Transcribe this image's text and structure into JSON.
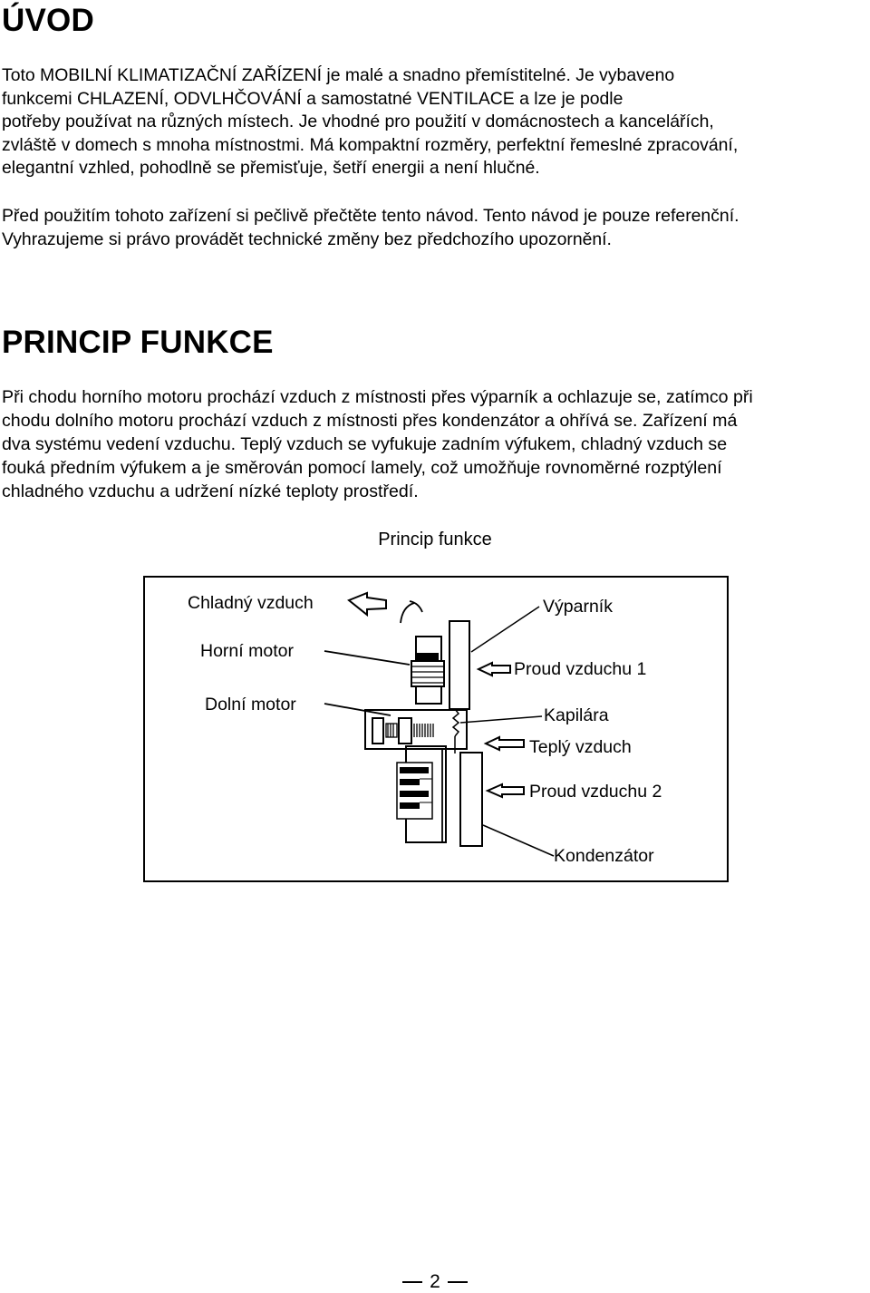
{
  "intro": {
    "heading": "ÚVOD",
    "paragraph1": "Toto MOBILNÍ KLIMATIZAČNÍ ZAŘÍZENÍ je malé a snadno přemístitelné. Je vybaveno\nfunkcemi CHLAZENÍ, ODVLHČOVÁNÍ a samostatné VENTILACE a lze je podle\npotřeby používat na různých místech. Je vhodné pro použití v domácnostech a kancelářích,\nzvláště v domech s mnoha místnostmi. Má kompaktní rozměry, perfektní řemeslné zpracování,\nelegantní vzhled, pohodlně se přemisťuje, šetří energii a není hlučné.",
    "paragraph2": "Před použitím tohoto zařízení si pečlivě přečtěte tento návod. Tento návod je pouze referenční.\nVyhrazujeme si právo provádět technické změny bez předchozího upozornění."
  },
  "principle": {
    "heading": "PRINCIP FUNKCE",
    "paragraph": "Při chodu horního motoru prochází vzduch z místnosti přes výparník a ochlazuje se, zatímco při\nchodu dolního motoru prochází vzduch z místnosti přes kondenzátor a ohřívá se. Zařízení má\ndva systému vedení vzduchu. Teplý vzduch se vyfukuje zadním výfukem, chladný vzduch se\nfouká předním výfukem a je směrován pomocí lamely, což umožňuje rovnoměrné rozptýlení\nchladného vzduchu a udržení nízké teploty prostředí."
  },
  "figure": {
    "caption": "Princip funkce",
    "labels": {
      "cold_air": "Chladný vzduch",
      "upper_motor": "Horní motor",
      "lower_motor": "Dolní motor",
      "evaporator": "Výparník",
      "airflow1": "Proud vzduchu 1",
      "capillary": "Kapilára",
      "warm_air": "Teplý vzduch",
      "airflow2": "Proud vzduchu 2",
      "condenser": "Kondenzátor"
    }
  },
  "footer": {
    "page_number": "2"
  }
}
